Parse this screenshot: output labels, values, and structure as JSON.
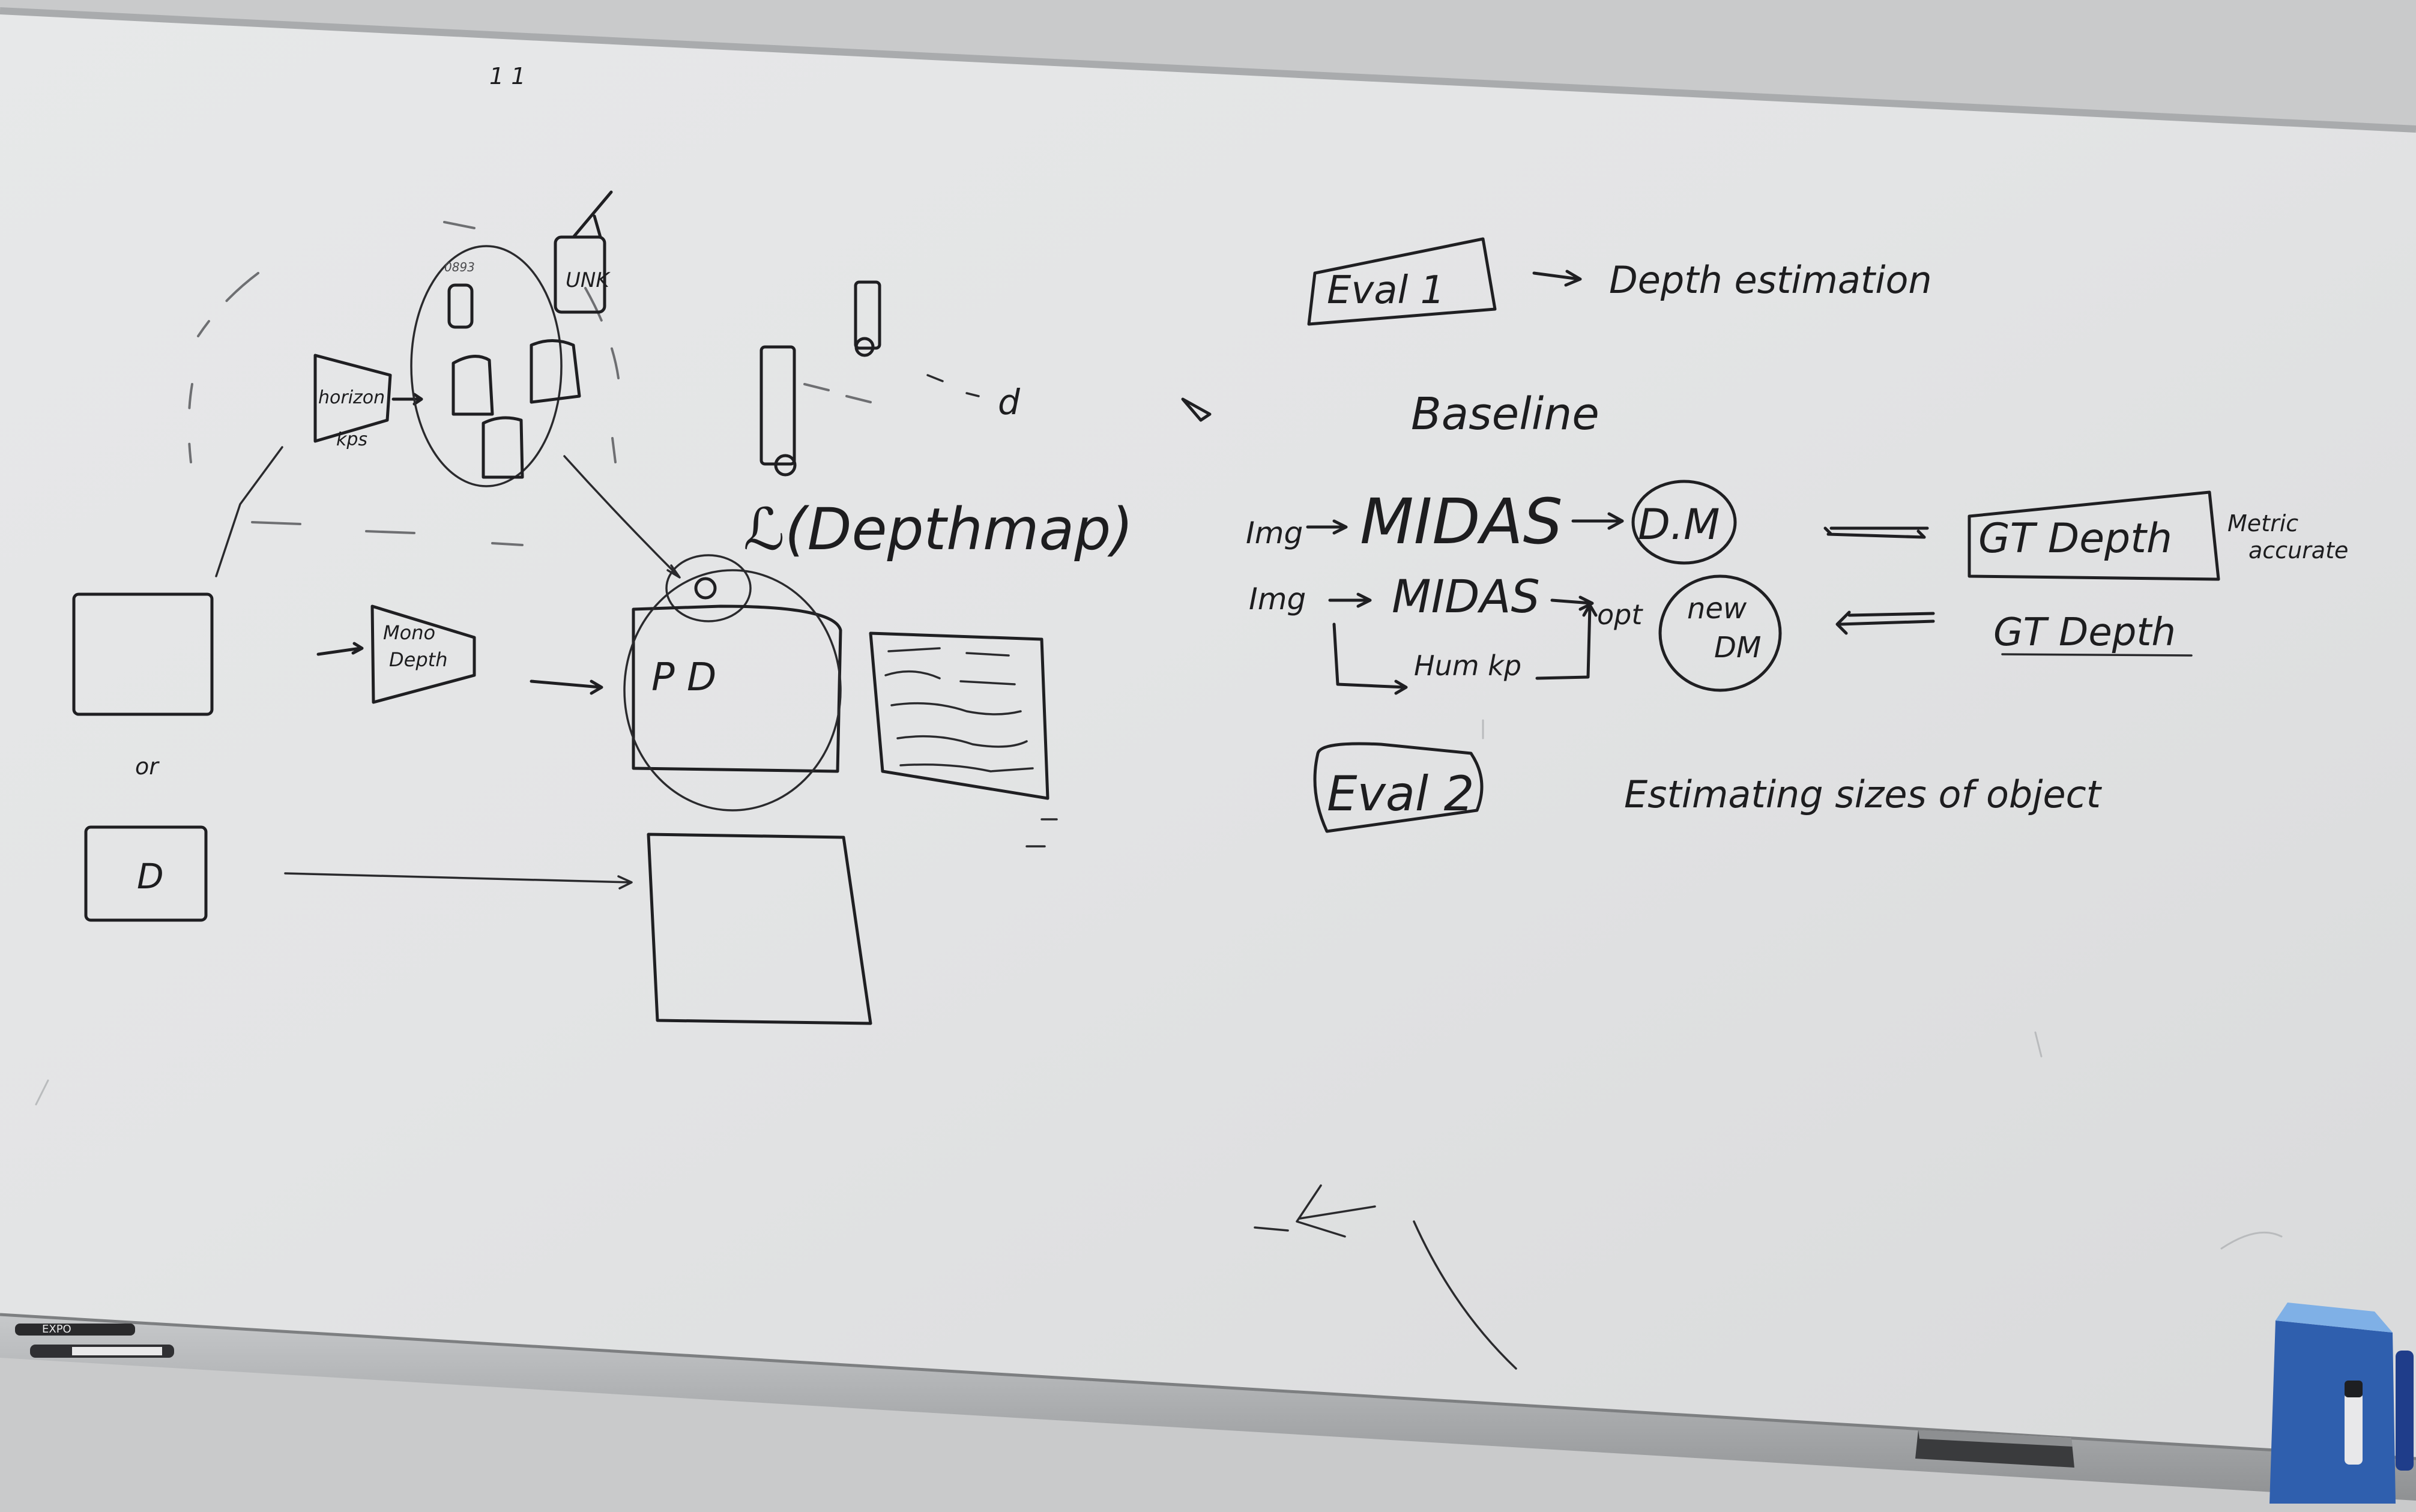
{
  "colors": {
    "wall": "#c9cacb",
    "board": "#e4e5e6",
    "ink": "#1d1d1f",
    "frame": "#a9abad",
    "tray": "#9b9c9e"
  },
  "left_diagram": {
    "mark_top": "1 1",
    "horizon_label": "horizon",
    "kps_label": "kps",
    "mono_label": "Mono",
    "depth_label": "Depth",
    "unk_label": "UNK",
    "pd_label": "P D",
    "loss_text": "ℒ(Depthmap)",
    "d_label": "d",
    "or_label": "or",
    "box_d_label": "D"
  },
  "right_notes": {
    "eval1": "Eval 1",
    "eval1_task": "Depth estimation",
    "baseline": "Baseline",
    "row1_img": "Img",
    "row1_model": "MIDAS",
    "row1_output": "D.M",
    "row1_gt": "GT Depth",
    "row1_note_1": "Metric",
    "row1_note_2": "accurate",
    "row2_img": "Img",
    "row2_model": "MIDAS",
    "row2_opt": "opt",
    "row2_output_1": "new",
    "row2_output_2": "DM",
    "row2_hum": "Hum kp",
    "row2_gt": "GT Depth",
    "eval2": "Eval 2",
    "eval2_task": "Estimating sizes of object"
  },
  "tray": {
    "marker_brand": "EXPO"
  }
}
